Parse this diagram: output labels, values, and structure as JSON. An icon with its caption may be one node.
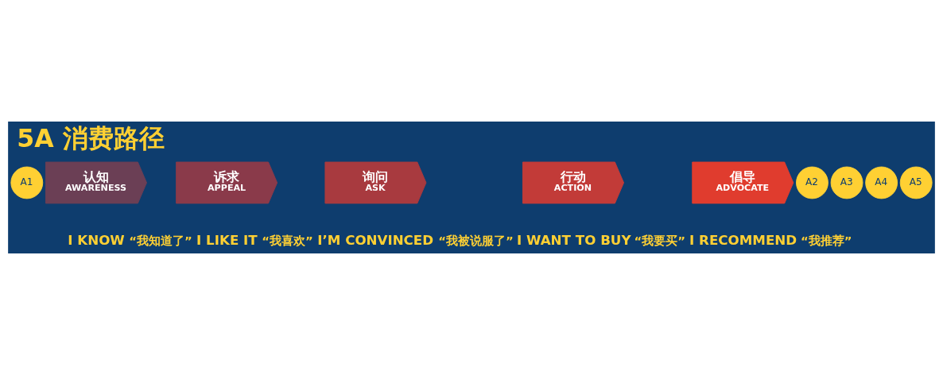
{
  "diagram": {
    "title": "5A 消费路径",
    "nodes": [
      {
        "text": [
          "A1"
        ]
      },
      {
        "text": [
          "认知",
          "AWARENESS"
        ]
      },
      {
        "text": [
          "A2"
        ]
      },
      {
        "text": [
          "诉求",
          "APPEAL"
        ]
      },
      {
        "text": [
          "A3"
        ]
      },
      {
        "text": [
          "询问",
          "ASK"
        ]
      },
      {
        "text": [
          "A4"
        ]
      },
      {
        "text": [
          "行动",
          "ACTION"
        ]
      },
      {
        "text": [
          "A5"
        ]
      },
      {
        "text": [
          "倡导",
          "ADVOCATE"
        ]
      }
    ],
    "edges": [],
    "labels": [
      "I KNOW",
      "“我知道了”",
      "I LIKE IT",
      "“我喜欢”",
      "I’M CONVINCED",
      "“我被说服了”",
      "I WANT TO BUY",
      "“我要买”",
      "I RECOMMEND",
      "“我推荐”"
    ]
  }
}
